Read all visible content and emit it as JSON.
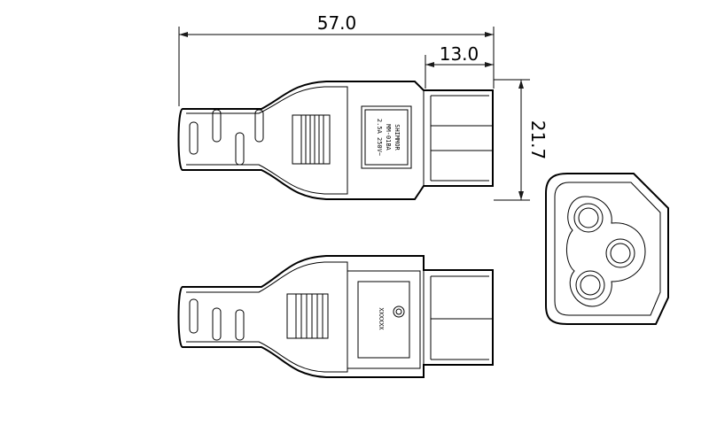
{
  "dimensions": {
    "overall_length": "57.0",
    "socket_length": "13.0",
    "height": "21.7"
  },
  "label_plate": {
    "lines": [
      "SHIMMOR",
      "MM-01BA",
      "2.5A 250V~"
    ]
  },
  "bottom_view": {
    "marking": "XXXXXX"
  }
}
